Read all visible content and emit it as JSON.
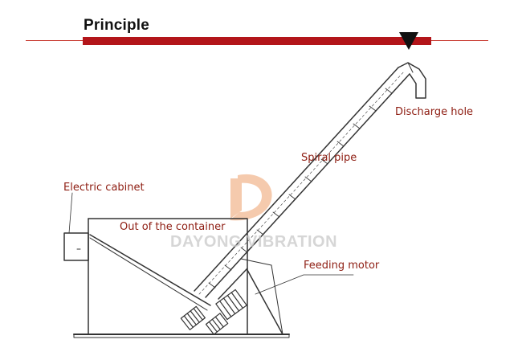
{
  "header": {
    "title": "Principle",
    "accent_color": "#b3151a",
    "marker_icon": "down-triangle-icon"
  },
  "watermark": {
    "text": "DAYONG VIBRATION",
    "logo_icon": "dayong-logo-icon",
    "logo_color": "#f0a878"
  },
  "labels": {
    "discharge_hole": "Discharge hole",
    "spiral_pipe": "Spiral pipe",
    "electric_cabinet": "Electric cabinet",
    "out_of_container": "Out of the container",
    "feeding_motor": "Feeding motor"
  },
  "colors": {
    "label_text": "#8e1d12",
    "line_art": "#333333"
  }
}
